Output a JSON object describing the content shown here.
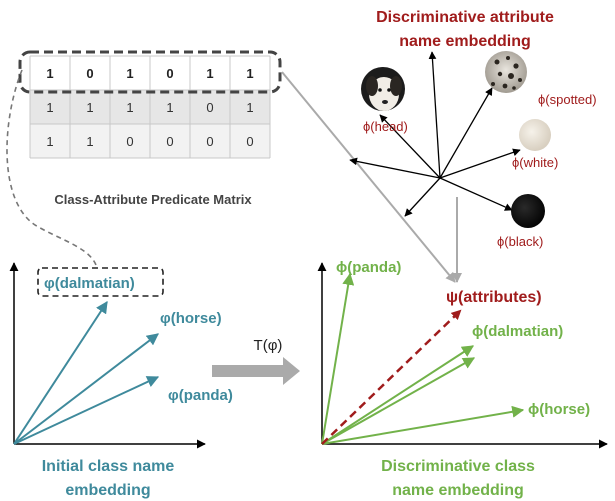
{
  "matrix": {
    "rows": [
      [
        "1",
        "0",
        "1",
        "0",
        "1",
        "1"
      ],
      [
        "1",
        "1",
        "1",
        "1",
        "0",
        "1"
      ],
      [
        "1",
        "1",
        "0",
        "0",
        "0",
        "0"
      ]
    ],
    "caption": "Class-Attribute Predicate Matrix"
  },
  "attribute_embedding": {
    "title_line1": "Discriminative attribute",
    "title_line2": "name embedding",
    "labels": {
      "head": "ϕ(head)",
      "spotted": "ϕ(spotted)",
      "white": "ϕ(white)",
      "black": "ϕ(black)"
    }
  },
  "initial_embedding": {
    "labels": {
      "dalmatian": "φ(dalmatian)",
      "horse": "φ(horse)",
      "panda": "φ(panda)"
    },
    "caption_line1": "Initial class name",
    "caption_line2": "embedding"
  },
  "transform": {
    "label": "T(φ)"
  },
  "discriminative_embedding": {
    "labels": {
      "panda": "ϕ(panda)",
      "attributes": "ψ(attributes)",
      "dalmatian": "ϕ(dalmatian)",
      "horse": "ϕ(horse)"
    },
    "caption_line1": "Discriminative class",
    "caption_line2": "name embedding"
  },
  "colors": {
    "teal": "#3f8a9c",
    "green": "#72b24a",
    "dark_red": "#a01c1c",
    "gray_arrow": "#aaaaaa",
    "dark_gray": "#555555"
  }
}
